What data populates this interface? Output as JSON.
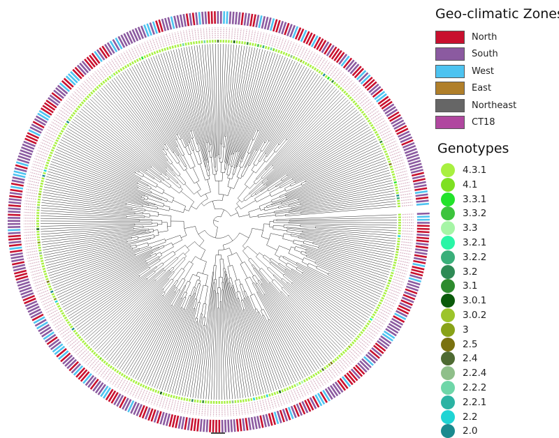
{
  "tree": {
    "leaf_count": 420,
    "zone_colors": [
      "#c8102e",
      "#8b5aa0",
      "#8b5aa0",
      "#c8102e",
      "#8b5aa0",
      "#4dc3f0",
      "#c8102e",
      "#8b5aa0"
    ]
  },
  "legend": {
    "zones_title": "Geo-climatic Zones",
    "zones": [
      {
        "label": "North",
        "color": "#c8102e"
      },
      {
        "label": "South",
        "color": "#8b5aa0"
      },
      {
        "label": "West",
        "color": "#4dc3f0"
      },
      {
        "label": "East",
        "color": "#b07f2a"
      },
      {
        "label": "Northeast",
        "color": "#666666"
      },
      {
        "label": "CT18",
        "color": "#b0479f"
      }
    ],
    "genotypes_title": "Genotypes",
    "genotypes": [
      {
        "label": "4.3.1",
        "color": "#a8f040"
      },
      {
        "label": "4.1",
        "color": "#7ee022"
      },
      {
        "label": "3.3.1",
        "color": "#22e32a"
      },
      {
        "label": "3.3.2",
        "color": "#3cc43c"
      },
      {
        "label": "3.3",
        "color": "#a6f5a6"
      },
      {
        "label": "3.2.1",
        "color": "#2af5a6"
      },
      {
        "label": "3.2.2",
        "color": "#3aaf7a"
      },
      {
        "label": "3.2",
        "color": "#2e8a55"
      },
      {
        "label": "3.1",
        "color": "#2e8b2e"
      },
      {
        "label": "3.0.1",
        "color": "#0a5a0a"
      },
      {
        "label": "3.0.2",
        "color": "#9cc42a"
      },
      {
        "label": "3",
        "color": "#88a218"
      },
      {
        "label": "2.5",
        "color": "#7a7210"
      },
      {
        "label": "2.4",
        "color": "#4e6a32"
      },
      {
        "label": "2.2.4",
        "color": "#8fbf8a"
      },
      {
        "label": "2.2.2",
        "color": "#6ed6a8"
      },
      {
        "label": "2.2.1",
        "color": "#2bb3a3"
      },
      {
        "label": "2.2",
        "color": "#1fd4d4"
      },
      {
        "label": "2.0",
        "color": "#1a8a8e"
      }
    ]
  }
}
